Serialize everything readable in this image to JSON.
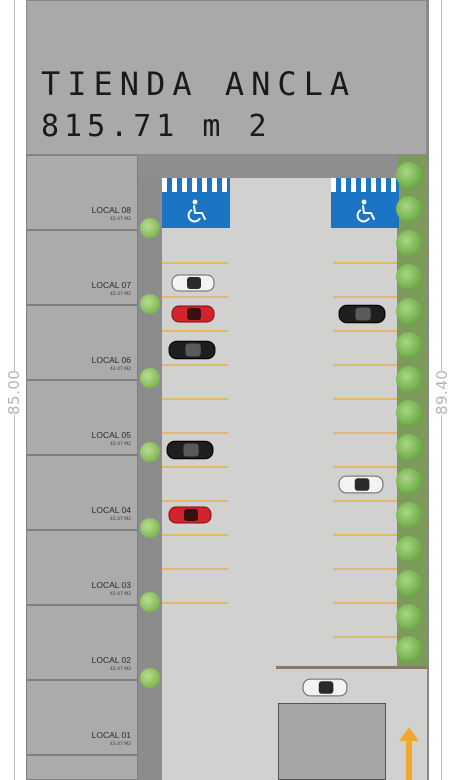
{
  "anchor_store": {
    "name": "TIENDA ANCLA",
    "area": "815.71 m 2"
  },
  "dimensions": {
    "left": "85.00",
    "right": "89.40"
  },
  "locals": [
    {
      "name": "LOCAL 08",
      "area": "43.47 M2"
    },
    {
      "name": "LOCAL 07",
      "area": "43.47 M2"
    },
    {
      "name": "LOCAL 06",
      "area": "43.47 M2"
    },
    {
      "name": "LOCAL 05",
      "area": "43.47 M2"
    },
    {
      "name": "LOCAL 04",
      "area": "43.47 M2"
    },
    {
      "name": "LOCAL 03",
      "area": "43.47 M2"
    },
    {
      "name": "LOCAL 02",
      "area": "43.47 M2"
    },
    {
      "name": "LOCAL 01",
      "area": "43.47 M2"
    }
  ],
  "icons": {
    "accessible_parking": "wheelchair-icon",
    "entry_arrow": "up-arrow-icon"
  },
  "colors": {
    "accessible_blue": "#1c74c4",
    "parking_stripe": "#e2b769",
    "tree_green": "#6dab46",
    "car_white": "#f3f3f3",
    "car_red": "#d4232a",
    "car_black": "#1e1e1e",
    "arrow": "#f3a72c"
  }
}
